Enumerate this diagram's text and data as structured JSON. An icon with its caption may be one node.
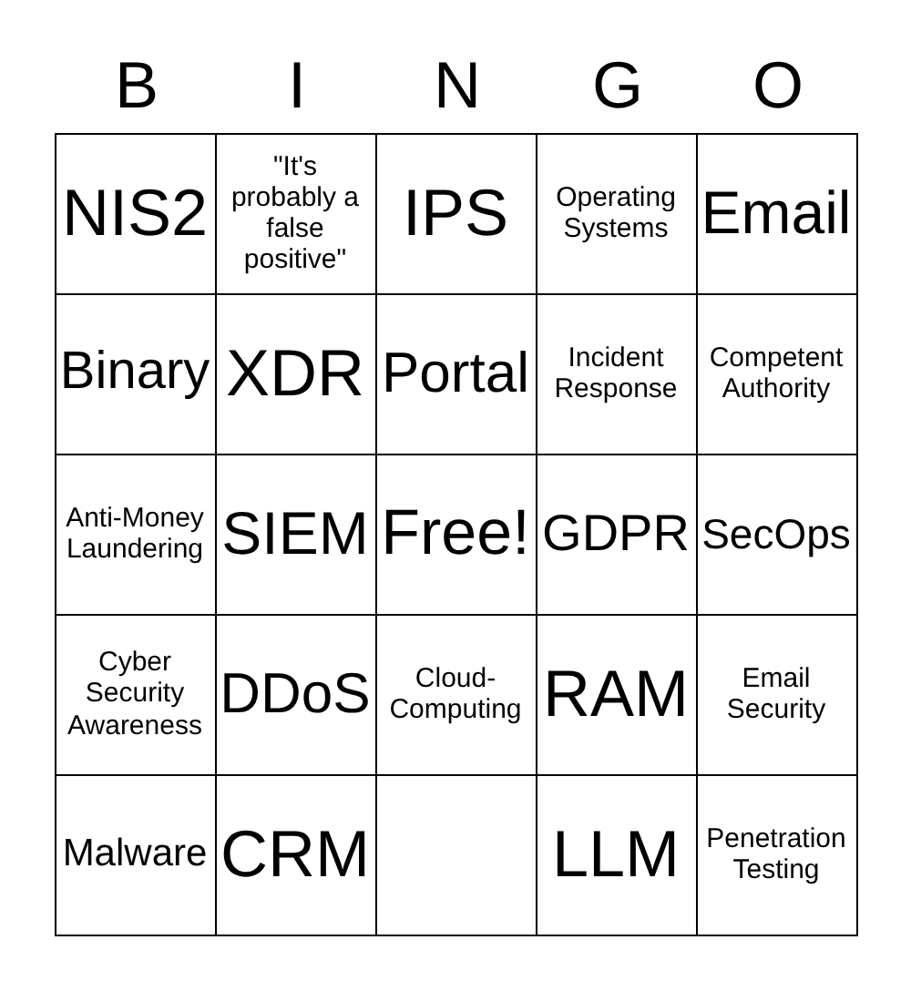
{
  "diagram": {
    "labels": [
      "B",
      "I",
      "N",
      "G",
      "O",
      "NIS2",
      "\"It's probably a false positive\"",
      "IPS",
      "Operating Systems",
      "Email",
      "Binary",
      "XDR",
      "Portal",
      "Incident Response",
      "Competent Authority",
      "Anti-Money Laundering",
      "SIEM",
      "Free!",
      "GDPR",
      "SecOps",
      "Cyber Security Awareness",
      "DDoS",
      "Cloud-Computing",
      "RAM",
      "Email Security",
      "Malware",
      "CRM",
      "LLM",
      "Penetration Testing"
    ]
  }
}
